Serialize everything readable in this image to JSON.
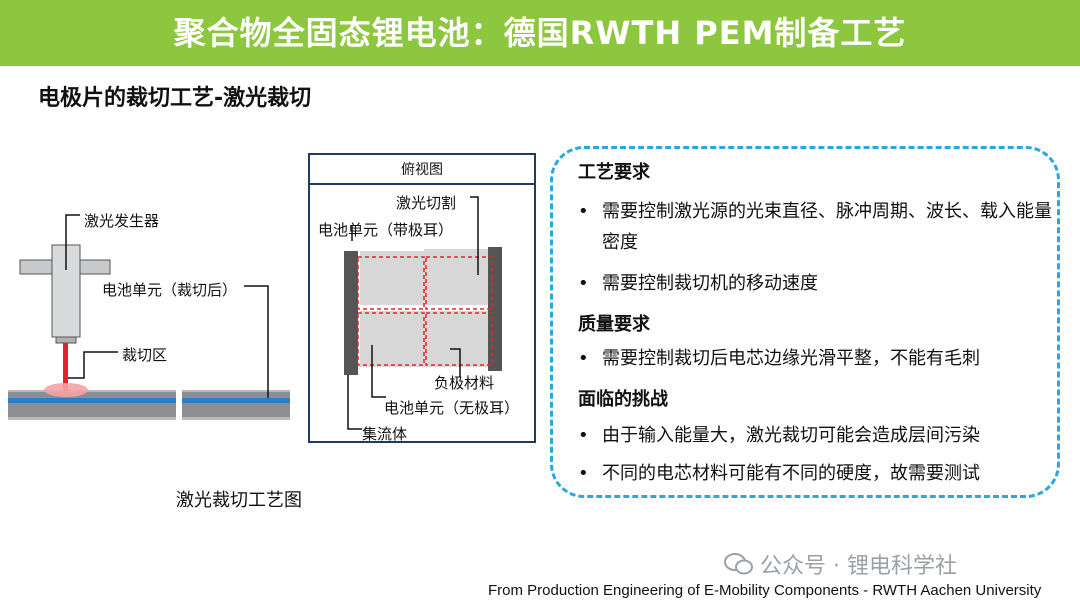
{
  "header": {
    "title": "聚合物全固态锂电池：德国RWTH PEM制备工艺"
  },
  "subtitle": "电极片的裁切工艺-激光裁切",
  "diagram": {
    "laser_generator": "激光发生器",
    "cell_unit_after": "电池单元（裁切后）",
    "cut_zone": "裁切区",
    "caption": "激光裁切工艺图"
  },
  "topview": {
    "title": "俯视图",
    "laser_cut": "激光切割",
    "cell_with_tab": "电池单元（带极耳）",
    "anode_material": "负极材料",
    "cell_no_tab": "电池单元（无极耳）",
    "collector": "集流体"
  },
  "callout": {
    "sections": [
      {
        "heading": "工艺要求",
        "items": [
          "需要控制激光源的光束直径、脉冲周期、波长、载入能量密度",
          "需要控制裁切机的移动速度"
        ]
      },
      {
        "heading": "质量要求",
        "items": [
          "需要控制裁切后电芯边缘光滑平整，不能有毛刺"
        ]
      },
      {
        "heading": "面临的挑战",
        "items": [
          "由于输入能量大，激光裁切可能会造成层间污染",
          "不同的电芯材料可能有不同的硬度，故需要测试"
        ]
      }
    ]
  },
  "watermark": {
    "text": "公众号 · 锂电科学社",
    "icon": "wechat-icon"
  },
  "source": "From Production Engineering of E-Mobility Components - RWTH Aachen University",
  "colors": {
    "banner": "#8dc63f",
    "callout_border": "#29a8df",
    "topview_border": "#1f3b63",
    "laser": "#e8202a"
  }
}
